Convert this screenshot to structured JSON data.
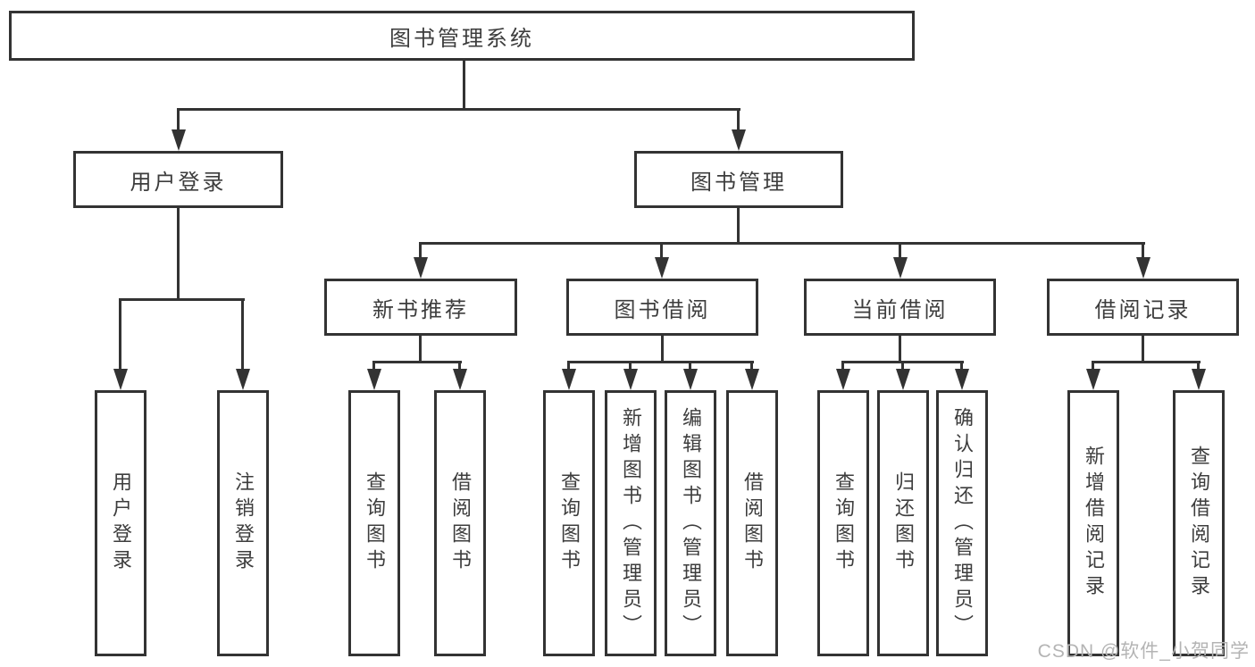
{
  "diagram": {
    "watermark": "CSDN @软件_小贺同学",
    "colors": {
      "line": "#333333",
      "box_background": "#ffffff",
      "text": "#3d3d3d",
      "watermark": "#b4b4b4"
    },
    "tree": {
      "label": "图书管理系统",
      "children": [
        {
          "label": "用户登录",
          "children": [
            {
              "label": "用户登录"
            },
            {
              "label": "注销登录"
            }
          ]
        },
        {
          "label": "图书管理",
          "children": [
            {
              "label": "新书推荐",
              "children": [
                {
                  "label": "查询图书"
                },
                {
                  "label": "借阅图书"
                }
              ]
            },
            {
              "label": "图书借阅",
              "children": [
                {
                  "label": "查询图书"
                },
                {
                  "label": "新增图书（管理员）"
                },
                {
                  "label": "编辑图书（管理员）"
                },
                {
                  "label": "借阅图书"
                }
              ]
            },
            {
              "label": "当前借阅",
              "children": [
                {
                  "label": "查询图书"
                },
                {
                  "label": "归还图书"
                },
                {
                  "label": "确认归还（管理员）"
                }
              ]
            },
            {
              "label": "借阅记录",
              "children": [
                {
                  "label": "新增借阅记录"
                },
                {
                  "label": "查询借阅记录"
                }
              ]
            }
          ]
        }
      ]
    }
  }
}
